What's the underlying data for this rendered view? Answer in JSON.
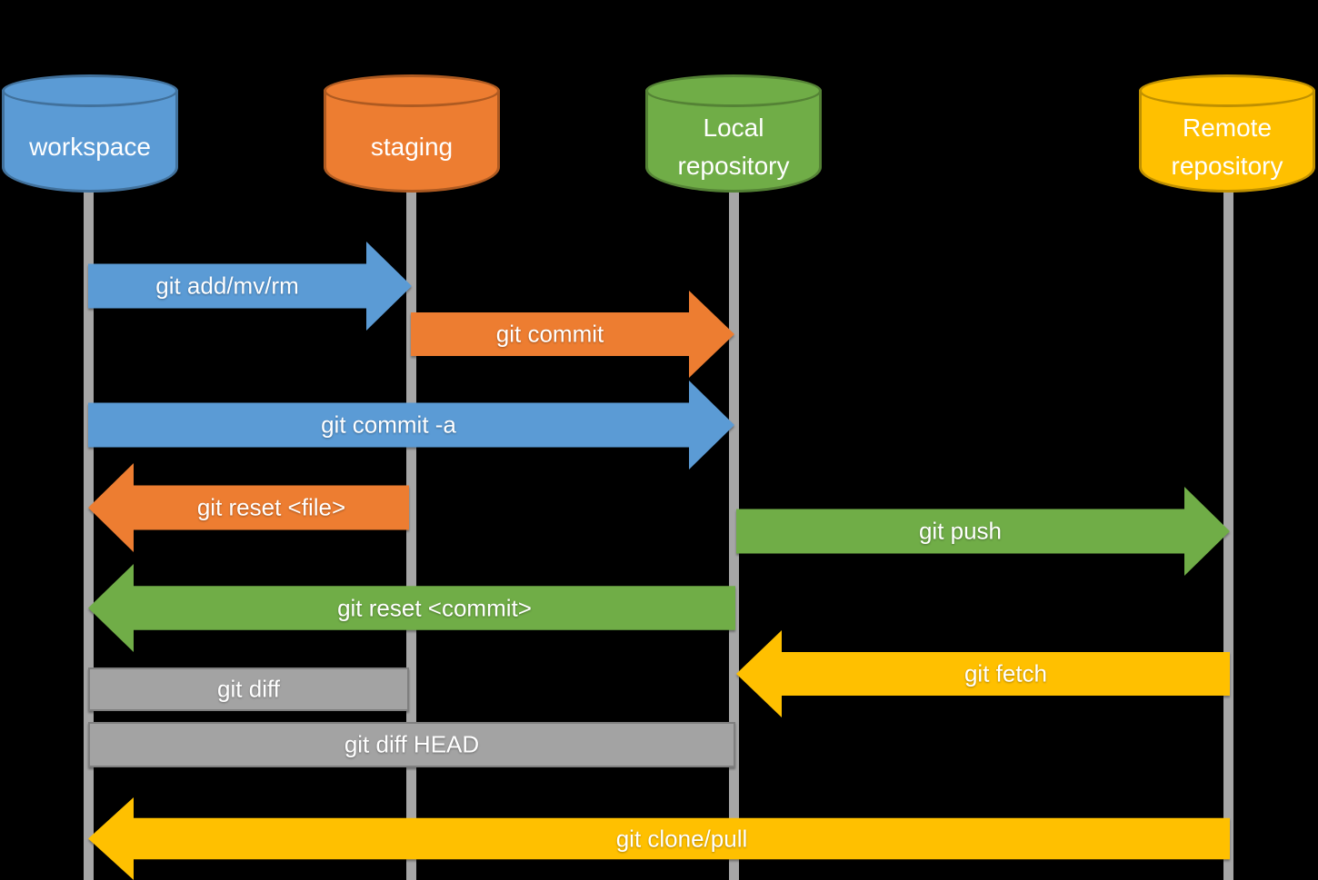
{
  "background": "#000000",
  "nodes": [
    {
      "id": "workspace",
      "label": "workspace",
      "fill": "#5b9bd5"
    },
    {
      "id": "staging",
      "label": "staging",
      "fill": "#ed7d31"
    },
    {
      "id": "local",
      "label": "Local repository",
      "fill": "#70ad47"
    },
    {
      "id": "remote",
      "label": "Remote repository",
      "fill": "#ffc000"
    }
  ],
  "flows": [
    {
      "label": "git add/mv/rm",
      "from": "workspace",
      "to": "staging",
      "color": "#5b9bd5",
      "shape": "arrow-right"
    },
    {
      "label": "git commit",
      "from": "staging",
      "to": "local",
      "color": "#ed7d31",
      "shape": "arrow-right"
    },
    {
      "label": "git commit -a",
      "from": "workspace",
      "to": "local",
      "color": "#5b9bd5",
      "shape": "arrow-right"
    },
    {
      "label": "git reset <file>",
      "from": "staging",
      "to": "workspace",
      "color": "#ed7d31",
      "shape": "arrow-left"
    },
    {
      "label": "git push",
      "from": "local",
      "to": "remote",
      "color": "#70ad47",
      "shape": "arrow-right"
    },
    {
      "label": "git reset <commit>",
      "from": "local",
      "to": "workspace",
      "color": "#70ad47",
      "shape": "arrow-left"
    },
    {
      "label": "git fetch",
      "from": "remote",
      "to": "local",
      "color": "#ffc000",
      "shape": "arrow-left"
    },
    {
      "label": "git diff",
      "from": "workspace",
      "to": "staging",
      "color": "#a3a3a3",
      "shape": "bar"
    },
    {
      "label": "git diff HEAD",
      "from": "workspace",
      "to": "local",
      "color": "#a3a3a3",
      "shape": "bar"
    },
    {
      "label": "git clone/pull",
      "from": "remote",
      "to": "workspace",
      "color": "#ffc000",
      "shape": "arrow-left"
    }
  ],
  "lifeline_color": "#a6a6a6"
}
